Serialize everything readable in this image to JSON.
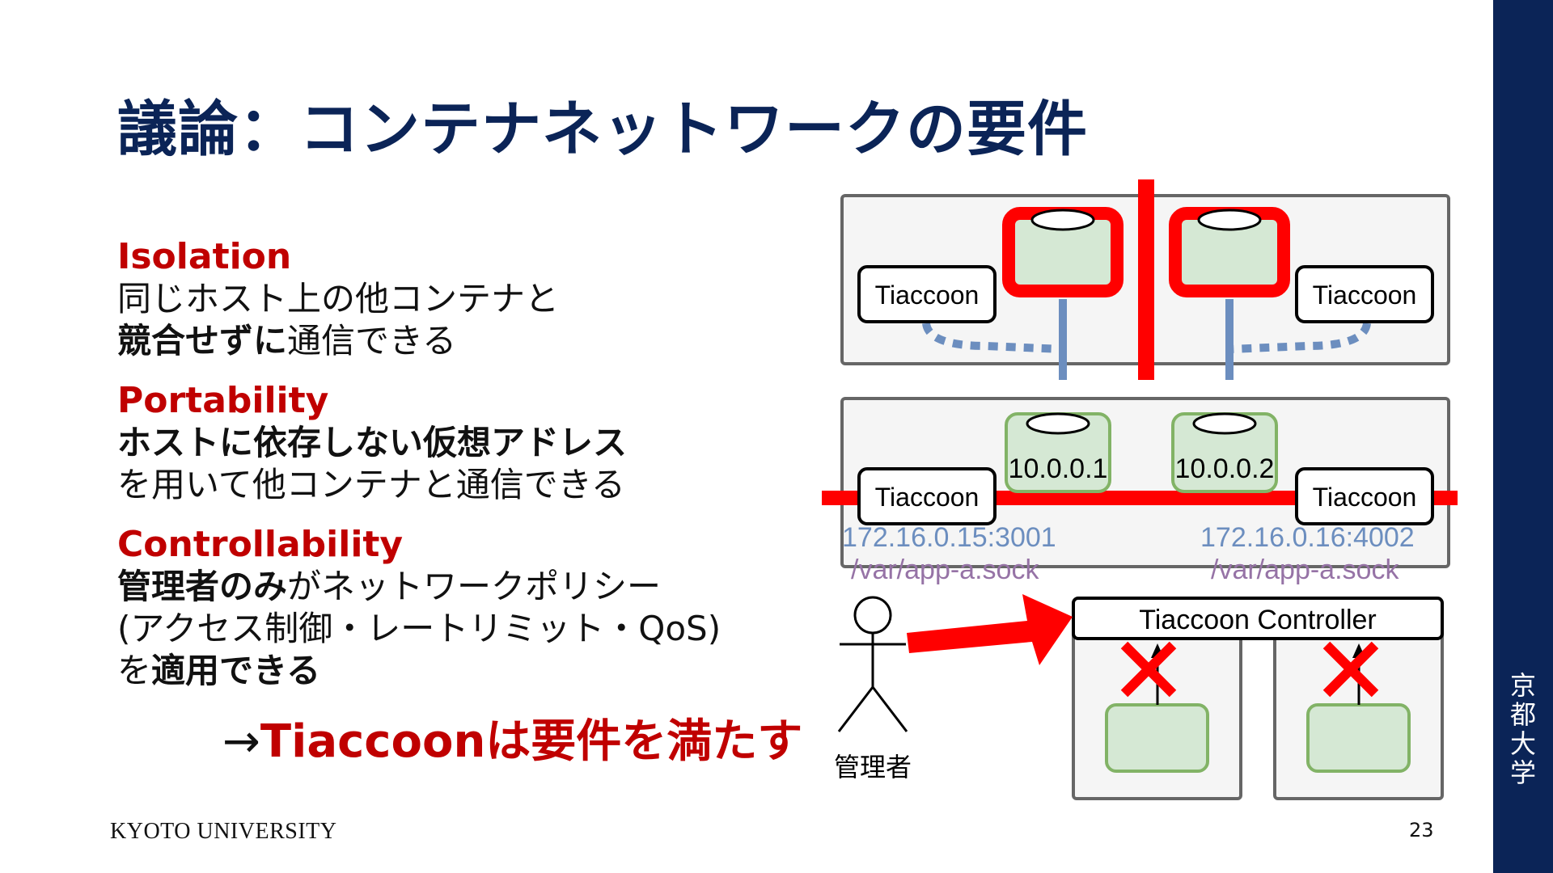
{
  "title": "議論：コンテナネットワークの要件",
  "requirements": [
    {
      "heading": "Isolation",
      "lines": [
        {
          "bold": "",
          "normal": "同じホスト上の他コンテナと",
          "bold2": ""
        },
        {
          "bold": "競合せずに",
          "normal": "通信できる",
          "bold2": ""
        }
      ]
    },
    {
      "heading": "Portability",
      "lines": [
        {
          "bold": "ホストに依存しない仮想アドレス",
          "normal": "",
          "bold2": ""
        },
        {
          "bold": "",
          "normal": "を用いて他コンテナと通信できる",
          "bold2": ""
        }
      ]
    },
    {
      "heading": "Controllability",
      "lines": [
        {
          "bold": "管理者のみ",
          "normal": "がネットワークポリシー",
          "bold2": ""
        },
        {
          "bold": "",
          "normal": "(アクセス制御・レートリミット・QoS)",
          "bold2": ""
        },
        {
          "bold": "",
          "normal": "を",
          "bold2": "適用できる"
        }
      ]
    }
  ],
  "conclusion": {
    "arrow": "→",
    "text": "Tiaccoonは要件を満たす"
  },
  "diagram": {
    "agent_label": "Tiaccoon",
    "ip_left": "10.0.0.1",
    "ip_right": "10.0.0.2",
    "host_addr_left": "172.16.0.15:3001",
    "host_addr_right": "172.16.0.16:4002",
    "sock_left": "/var/app-a.sock",
    "sock_right": "/var/app-a.sock",
    "controller_label": "Tiaccoon Controller",
    "admin_label": "管理者",
    "colors": {
      "red": "#ff0000",
      "container_fill": "#d5e8d4",
      "container_stroke": "#82b366",
      "blue_link": "#6c8ebf",
      "host_addr": "#6c8ebf",
      "sock_path": "#9673a6",
      "box_bg": "#f5f5f5",
      "box_stroke": "#666666"
    }
  },
  "footer": {
    "university": "KYOTO UNIVERSITY",
    "page": "23",
    "logo_text": "京\n都\n大\n学"
  }
}
